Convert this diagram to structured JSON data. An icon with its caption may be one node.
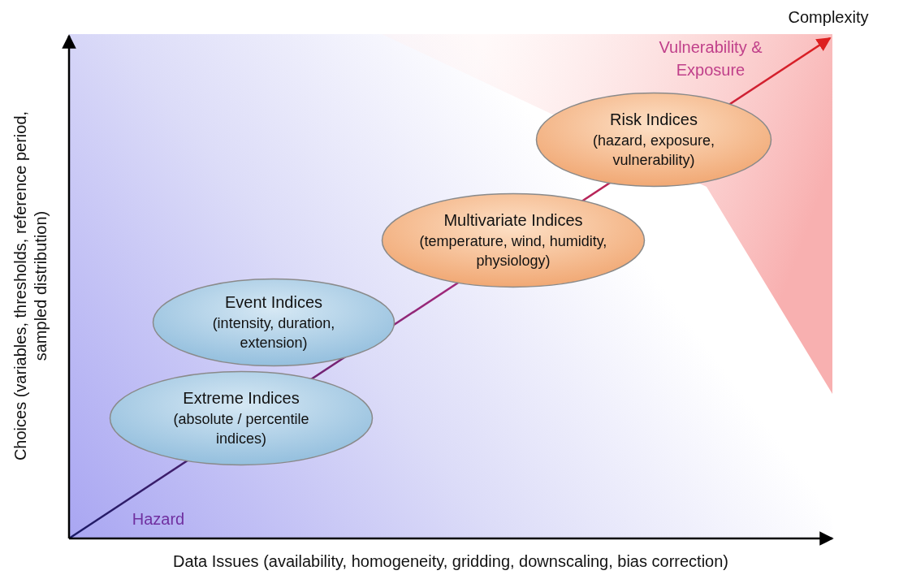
{
  "diagram": {
    "nodes": [
      {
        "text": [
          "Extreme Indices",
          "(absolute / percentile indices)"
        ]
      },
      {
        "text": [
          "Event Indices",
          "(intensity, duration, extension)"
        ]
      },
      {
        "text": [
          "Multivariate Indices",
          "(temperature, wind, humidity, physiology)"
        ]
      },
      {
        "text": [
          "Risk Indices",
          "(hazard, exposure, vulnerability)"
        ]
      }
    ],
    "labels": [
      "Complexity",
      "Vulnerability & Exposure",
      "Hazard",
      "Choices (variables, thresholds, reference period, sampled distribution)",
      "Data Issues (availability, homogeneity, gridding, downscaling, bias correction)"
    ]
  }
}
